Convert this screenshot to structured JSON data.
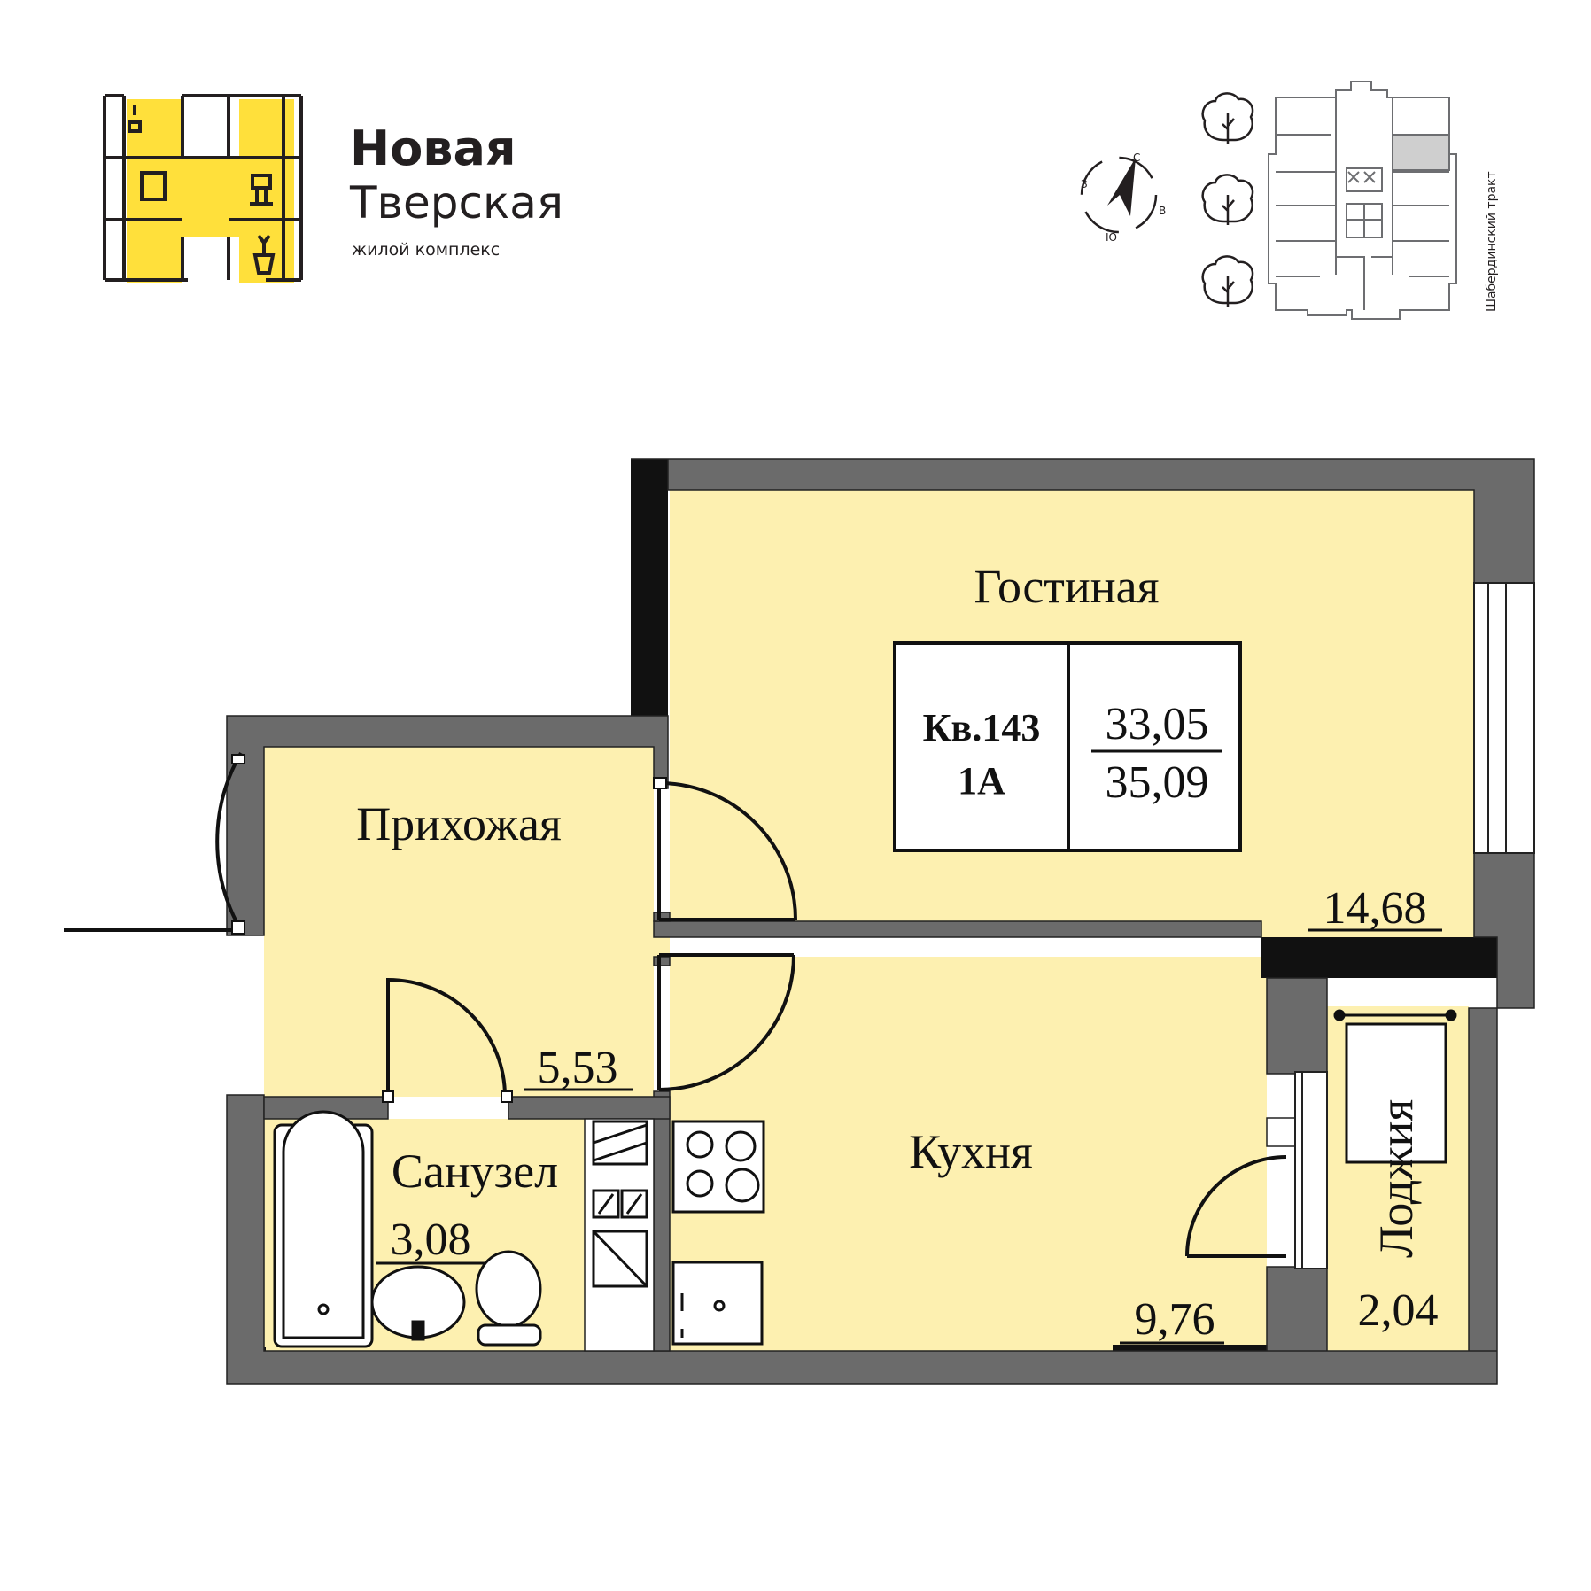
{
  "brand": {
    "line1": "Новая",
    "line2": "Тверская",
    "line3": "жилой комплекс",
    "accent_color": "#ffe03b"
  },
  "site_plan": {
    "compass": {
      "north": "С",
      "east": "В",
      "south": "Ю",
      "west": "З"
    },
    "street": "Шабердинский тракт"
  },
  "apartment": {
    "number_label": "Кв.143",
    "type_label": "1А",
    "living_area": "33,05",
    "total_area": "35,09"
  },
  "rooms": {
    "living": {
      "name": "Гостиная",
      "area": "14,68"
    },
    "hall": {
      "name": "Прихожая",
      "area": "5,53"
    },
    "bath": {
      "name": "Санузел",
      "area": "3,08"
    },
    "kitchen": {
      "name": "Кухня",
      "area": "9,76"
    },
    "loggia": {
      "name": "Лоджия",
      "area": "2,04"
    }
  },
  "colors": {
    "floor": "#fdf0b0",
    "wall": "#6b6b6b",
    "bearing_wall": "#111111"
  }
}
